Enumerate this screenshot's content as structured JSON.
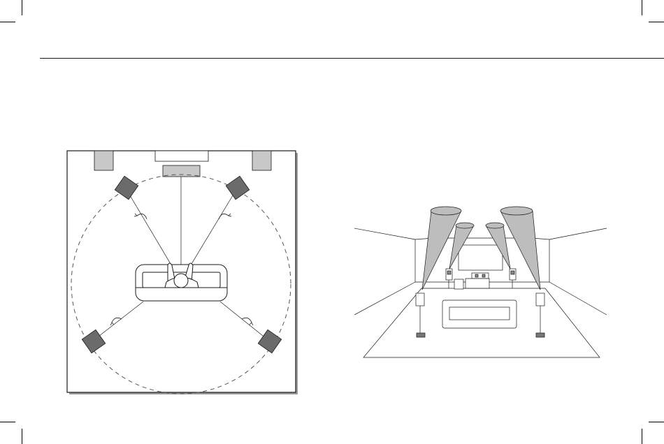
{
  "colors": {
    "line": "#1a1a1a",
    "speaker_fill": "#6b6b6b",
    "panel_fill": "#c8c8c8",
    "cone_fill": "#bdbdbd",
    "dashed": "#555555"
  },
  "diagrams": {
    "top_view": {
      "speakers": [
        "front-left",
        "front-right",
        "center",
        "surround-left",
        "surround-right",
        "sub-left",
        "sub-right"
      ]
    },
    "perspective_view": {
      "speakers": [
        "height-left-front",
        "height-right-front",
        "height-left-rear",
        "height-right-rear"
      ]
    }
  }
}
